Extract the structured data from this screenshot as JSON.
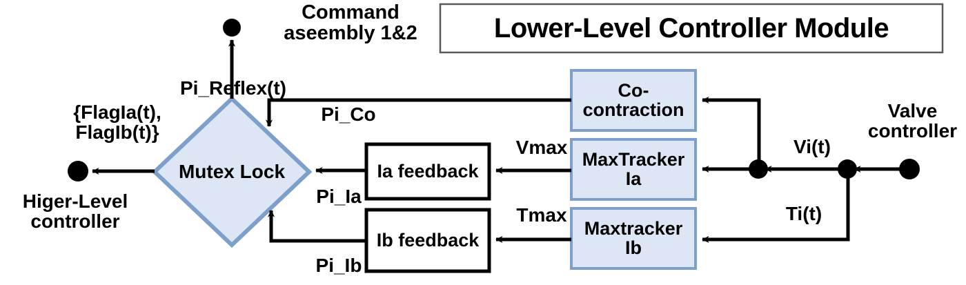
{
  "figure": {
    "title": "Lower-Level Controller Module",
    "accent_fill": "#dce6f4",
    "accent_border": "#7f9fcb",
    "line_color": "#000000",
    "title_border": "#595959"
  },
  "nodes": {
    "mutex_lock": "Mutex Lock",
    "co_contraction": "Co-\ncontraction",
    "max_tracker_ia": "MaxTracker\nIa",
    "max_tracker_ib": "Maxtracker\nIb",
    "ia_feedback": "Ia feedback",
    "ib_feedback": "Ib feedback"
  },
  "endpoints": {
    "command_assembly": "Command\naseembly 1&2",
    "higher_level_controller": "Higer-Level\ncontroller",
    "valve_controller": "Valve\ncontroller"
  },
  "edge_labels": {
    "pi_reflex": "Pi_Reflex(t)",
    "flags": "{FlagIa(t),\nFlagIb(t)}",
    "pi_co": "Pi_Co",
    "pi_ia": "Pi_Ia",
    "pi_ib": "Pi_Ib",
    "vmax": "Vmax",
    "tmax": "Tmax",
    "vi_t": "Vi(t)",
    "ti_t": "Ti(t)"
  }
}
